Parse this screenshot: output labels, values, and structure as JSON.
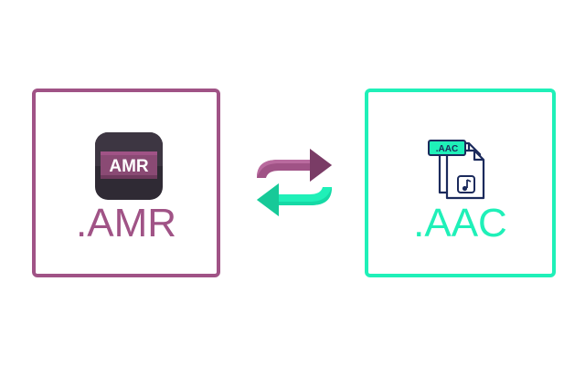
{
  "source": {
    "extension": ".AMR",
    "badge_text": "AMR",
    "color": "#a05386",
    "icon": "amr-file-icon"
  },
  "target": {
    "extension": ".AAC",
    "badge_text": ".AAC",
    "color": "#1ff0b8",
    "icon": "aac-file-icon"
  },
  "conversion": {
    "icon": "convert-arrows-icon",
    "colors": {
      "top_arrow": "#a05386",
      "bottom_arrow": "#1ff0b8"
    }
  }
}
